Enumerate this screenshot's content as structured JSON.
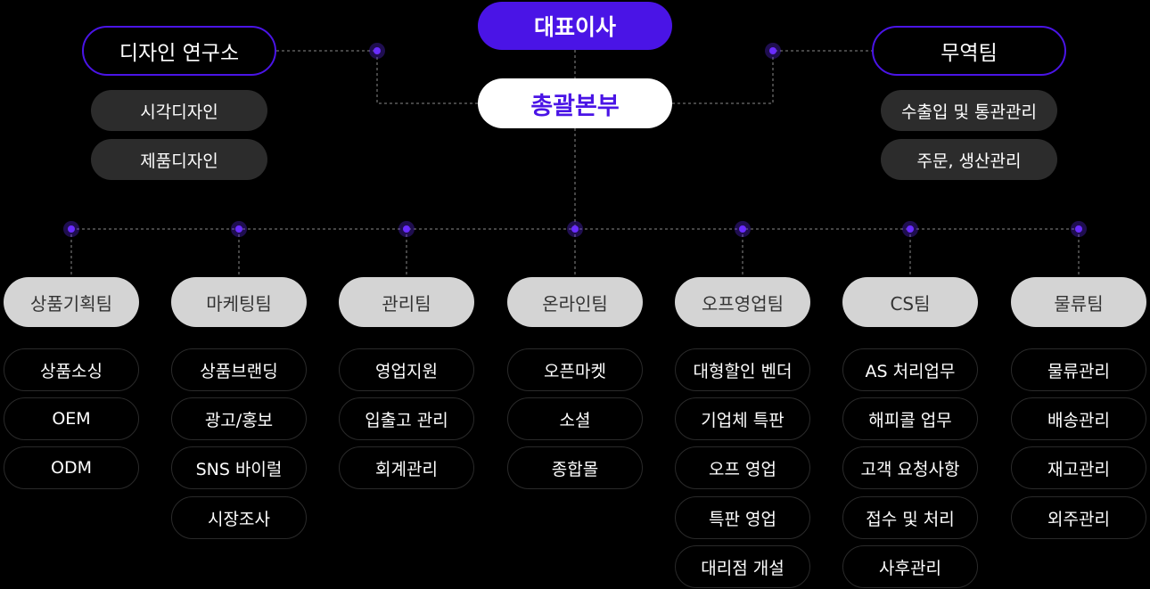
{
  "ceo": "대표이사",
  "headquarters": "총괄본부",
  "design_lab": {
    "title": "디자인 연구소",
    "items": [
      "시각디자인",
      "제품디자인"
    ]
  },
  "trade_team": {
    "title": "무역팀",
    "items": [
      "수출입 및 통관관리",
      "주문, 생산관리"
    ]
  },
  "teams": [
    {
      "title": "상품기획팀",
      "items": [
        "상품소싱",
        "OEM",
        "ODM"
      ]
    },
    {
      "title": "마케팅팀",
      "items": [
        "상품브랜딩",
        "광고/홍보",
        "SNS 바이럴",
        "시장조사"
      ]
    },
    {
      "title": "관리팀",
      "items": [
        "영업지원",
        "입출고 관리",
        "회계관리"
      ]
    },
    {
      "title": "온라인팀",
      "items": [
        "오픈마켓",
        "소셜",
        "종합몰"
      ]
    },
    {
      "title": "오프영업팀",
      "items": [
        "대형할인 벤더",
        "기업체 특판",
        "오프 영업",
        "특판 영업",
        "대리점 개설"
      ]
    },
    {
      "title": "CS팀",
      "items": [
        "AS 처리업무",
        "해피콜 업무",
        "고객 요청사항",
        "접수 및 처리",
        "사후관리"
      ]
    },
    {
      "title": "물류팀",
      "items": [
        "물류관리",
        "배송관리",
        "재고관리",
        "외주관리"
      ]
    }
  ]
}
